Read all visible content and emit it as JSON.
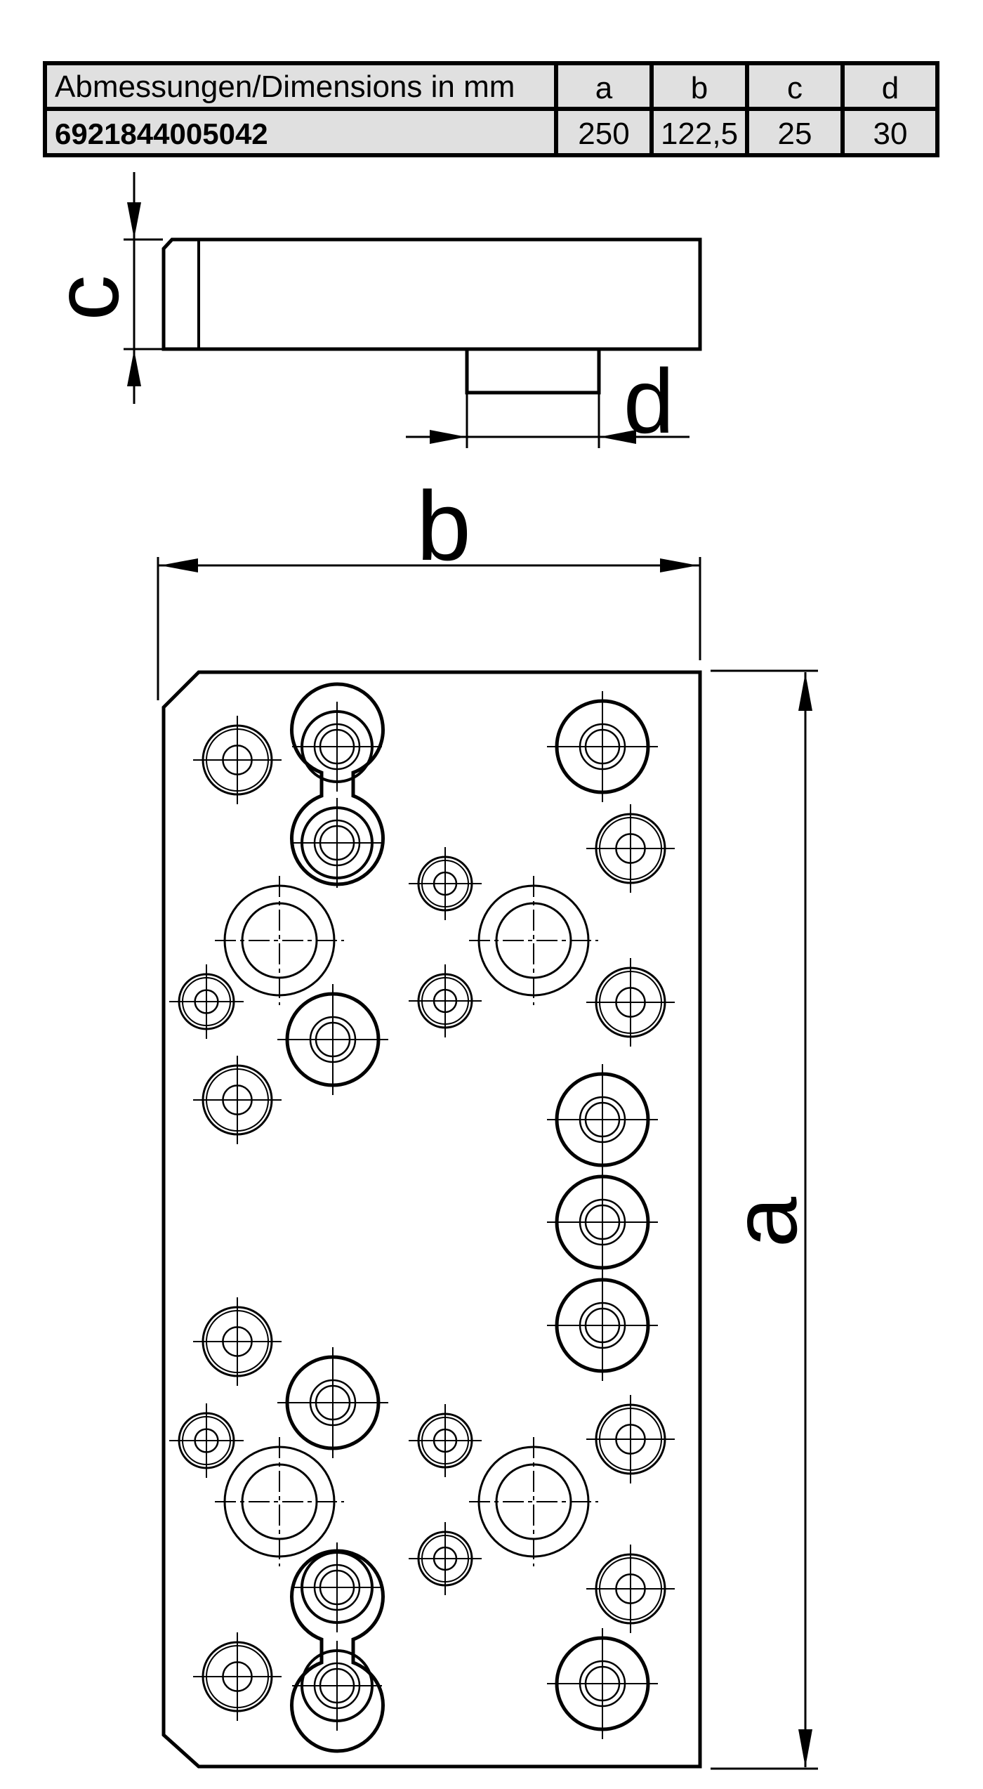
{
  "table": {
    "header": {
      "label": "Abmessungen/Dimensions in mm",
      "cols": [
        "a",
        "b",
        "c",
        "d"
      ]
    },
    "row": {
      "article": "6921844005042",
      "values": [
        "250",
        "122,5",
        "25",
        "30"
      ]
    }
  },
  "dimensions": {
    "a": "a",
    "b": "b",
    "c": "c",
    "d": "d"
  }
}
